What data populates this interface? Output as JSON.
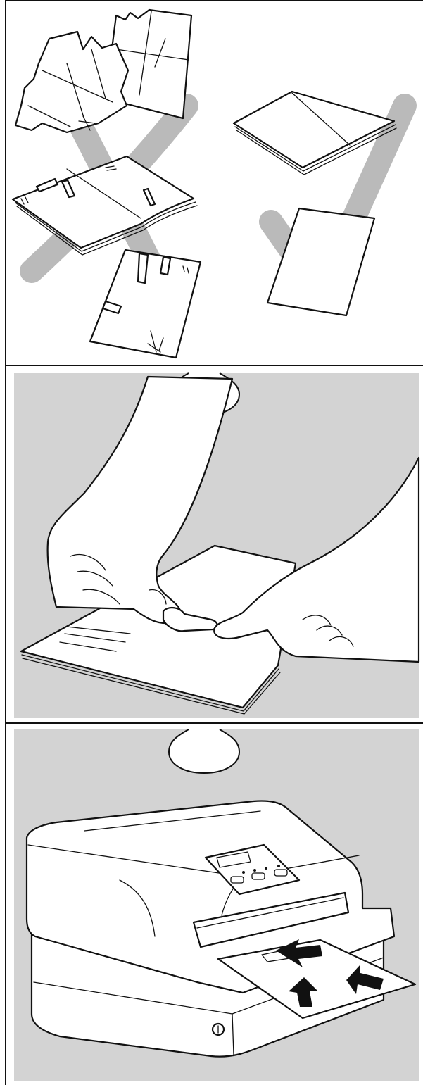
{
  "figure": {
    "panels": [
      {
        "id": "paper-condition",
        "icons": [
          "cross-mark-icon",
          "check-mark-icon"
        ]
      },
      {
        "id": "flatten-passbook",
        "icons": [
          "hand-icon",
          "hand-icon"
        ]
      },
      {
        "id": "insert-into-printer",
        "icons": [
          "printer-icon",
          "insert-arrow-icon",
          "insert-arrow-icon",
          "insert-arrow-icon"
        ]
      }
    ],
    "colors": {
      "panel_background": "#d3d3d3",
      "mark": "#b4b4b4",
      "line": "#111111",
      "paper": "#ffffff"
    }
  }
}
